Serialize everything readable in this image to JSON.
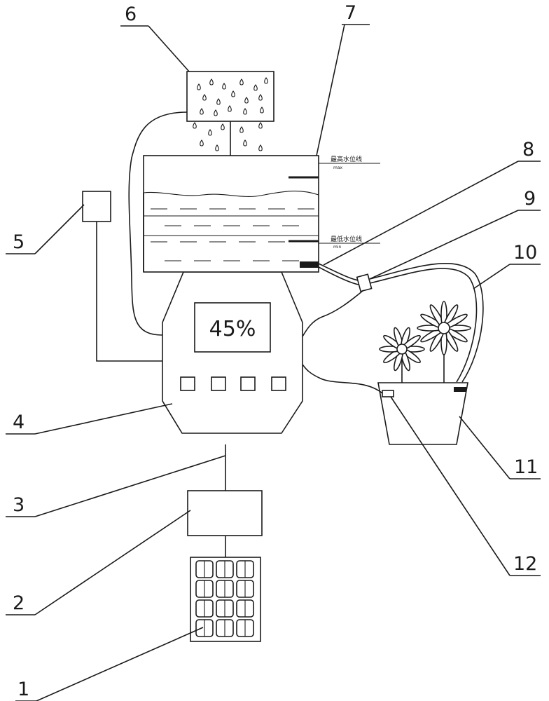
{
  "controller": {
    "display_value": "45%",
    "button_count": 4
  },
  "tank": {
    "max_level_label": "最高水位线",
    "max_level_sub": "max",
    "min_level_label": "最低水位线",
    "min_level_sub": "min"
  },
  "callouts": [
    "1",
    "2",
    "3",
    "4",
    "5",
    "6",
    "7",
    "8",
    "9",
    "10",
    "11",
    "12"
  ]
}
